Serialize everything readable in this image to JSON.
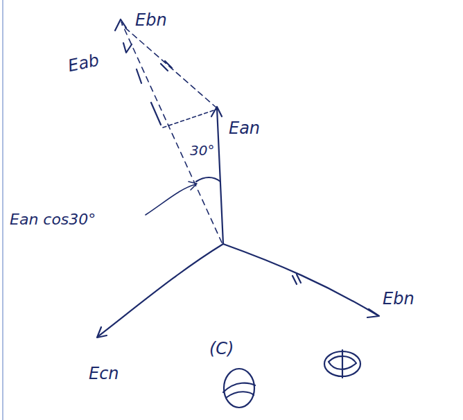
{
  "diagram": {
    "labels": [
      "Ebn",
      "Eab",
      "Ean",
      "30°",
      "Ean cos30°",
      "Ebn",
      "Ecn",
      "(C)"
    ]
  }
}
